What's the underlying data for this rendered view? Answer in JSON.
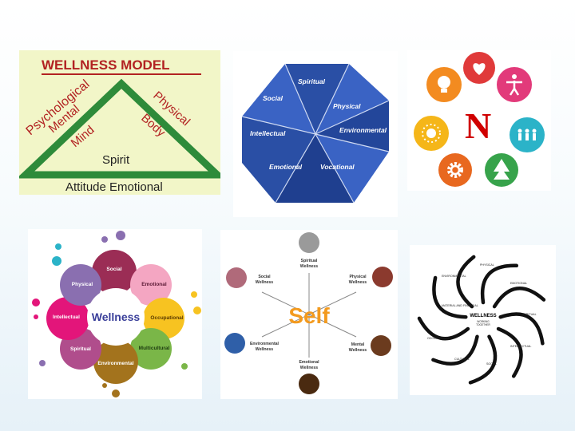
{
  "model": {
    "title": "WELLNESS  MODEL",
    "left_outer": "Psychological",
    "left_inner": "Mental",
    "left_mind": "Mind",
    "right_outer": "Physical",
    "right_inner": "Body",
    "base": "Spirit",
    "bottom": "Attitude Emotional",
    "colors": {
      "background": "#f2f6c8",
      "triangle": "#2e8b3a",
      "title": "#b22222"
    }
  },
  "octagon": {
    "segments": [
      "Spiritual",
      "Physical",
      "Environmental",
      "Vocational",
      "Emotional",
      "Intellectual",
      "Social"
    ],
    "colors": {
      "dark": "#1f3f8f",
      "light": "#3a63c4"
    }
  },
  "nebraska": {
    "center": "N",
    "icons": [
      "heart-icon",
      "person-icon",
      "people-icon",
      "tree-icon",
      "gear-icon",
      "sun-icon",
      "lightbulb-icon"
    ],
    "colors": [
      "#e03a3a",
      "#e23a7a",
      "#2bb3c8",
      "#37a34b",
      "#e8681f",
      "#f5b619",
      "#f38b20"
    ]
  },
  "bubbles": {
    "center": "Wellness",
    "items": [
      "Social",
      "Emotional",
      "Occupational",
      "Multicultural",
      "Environmental",
      "Spiritual",
      "Intellectual",
      "Physical"
    ],
    "colors": [
      "#9b2d55",
      "#f4a6c2",
      "#f7c321",
      "#7ab648",
      "#a3731d",
      "#b04d8c",
      "#e3157a",
      "#8a6fb0"
    ]
  },
  "self": {
    "center": "Self",
    "items": [
      {
        "line1": "Spiritual",
        "line2": "Wellness"
      },
      {
        "line1": "Physical",
        "line2": "Wellness"
      },
      {
        "line1": "Mental",
        "line2": "Wellness"
      },
      {
        "line1": "Emotional",
        "line2": "Wellness"
      },
      {
        "line1": "Environmental",
        "line2": "Wellness"
      },
      {
        "line1": "Social",
        "line2": "Wellness"
      }
    ],
    "center_color": "#f39a1e"
  },
  "pinwheel": {
    "center_title": "WELLNESS",
    "center_sub": [
      "WORKING",
      "TOGETHER"
    ],
    "labels": [
      "PHYSICAL",
      "EMOTIONAL",
      "SPIRITUAL",
      "INTELLECTUAL",
      "SOCIAL",
      "CULTURAL",
      "OCCUPATIONAL",
      "MATERIAL AND FINANCIAL",
      "ENVIRONMENTAL"
    ]
  }
}
